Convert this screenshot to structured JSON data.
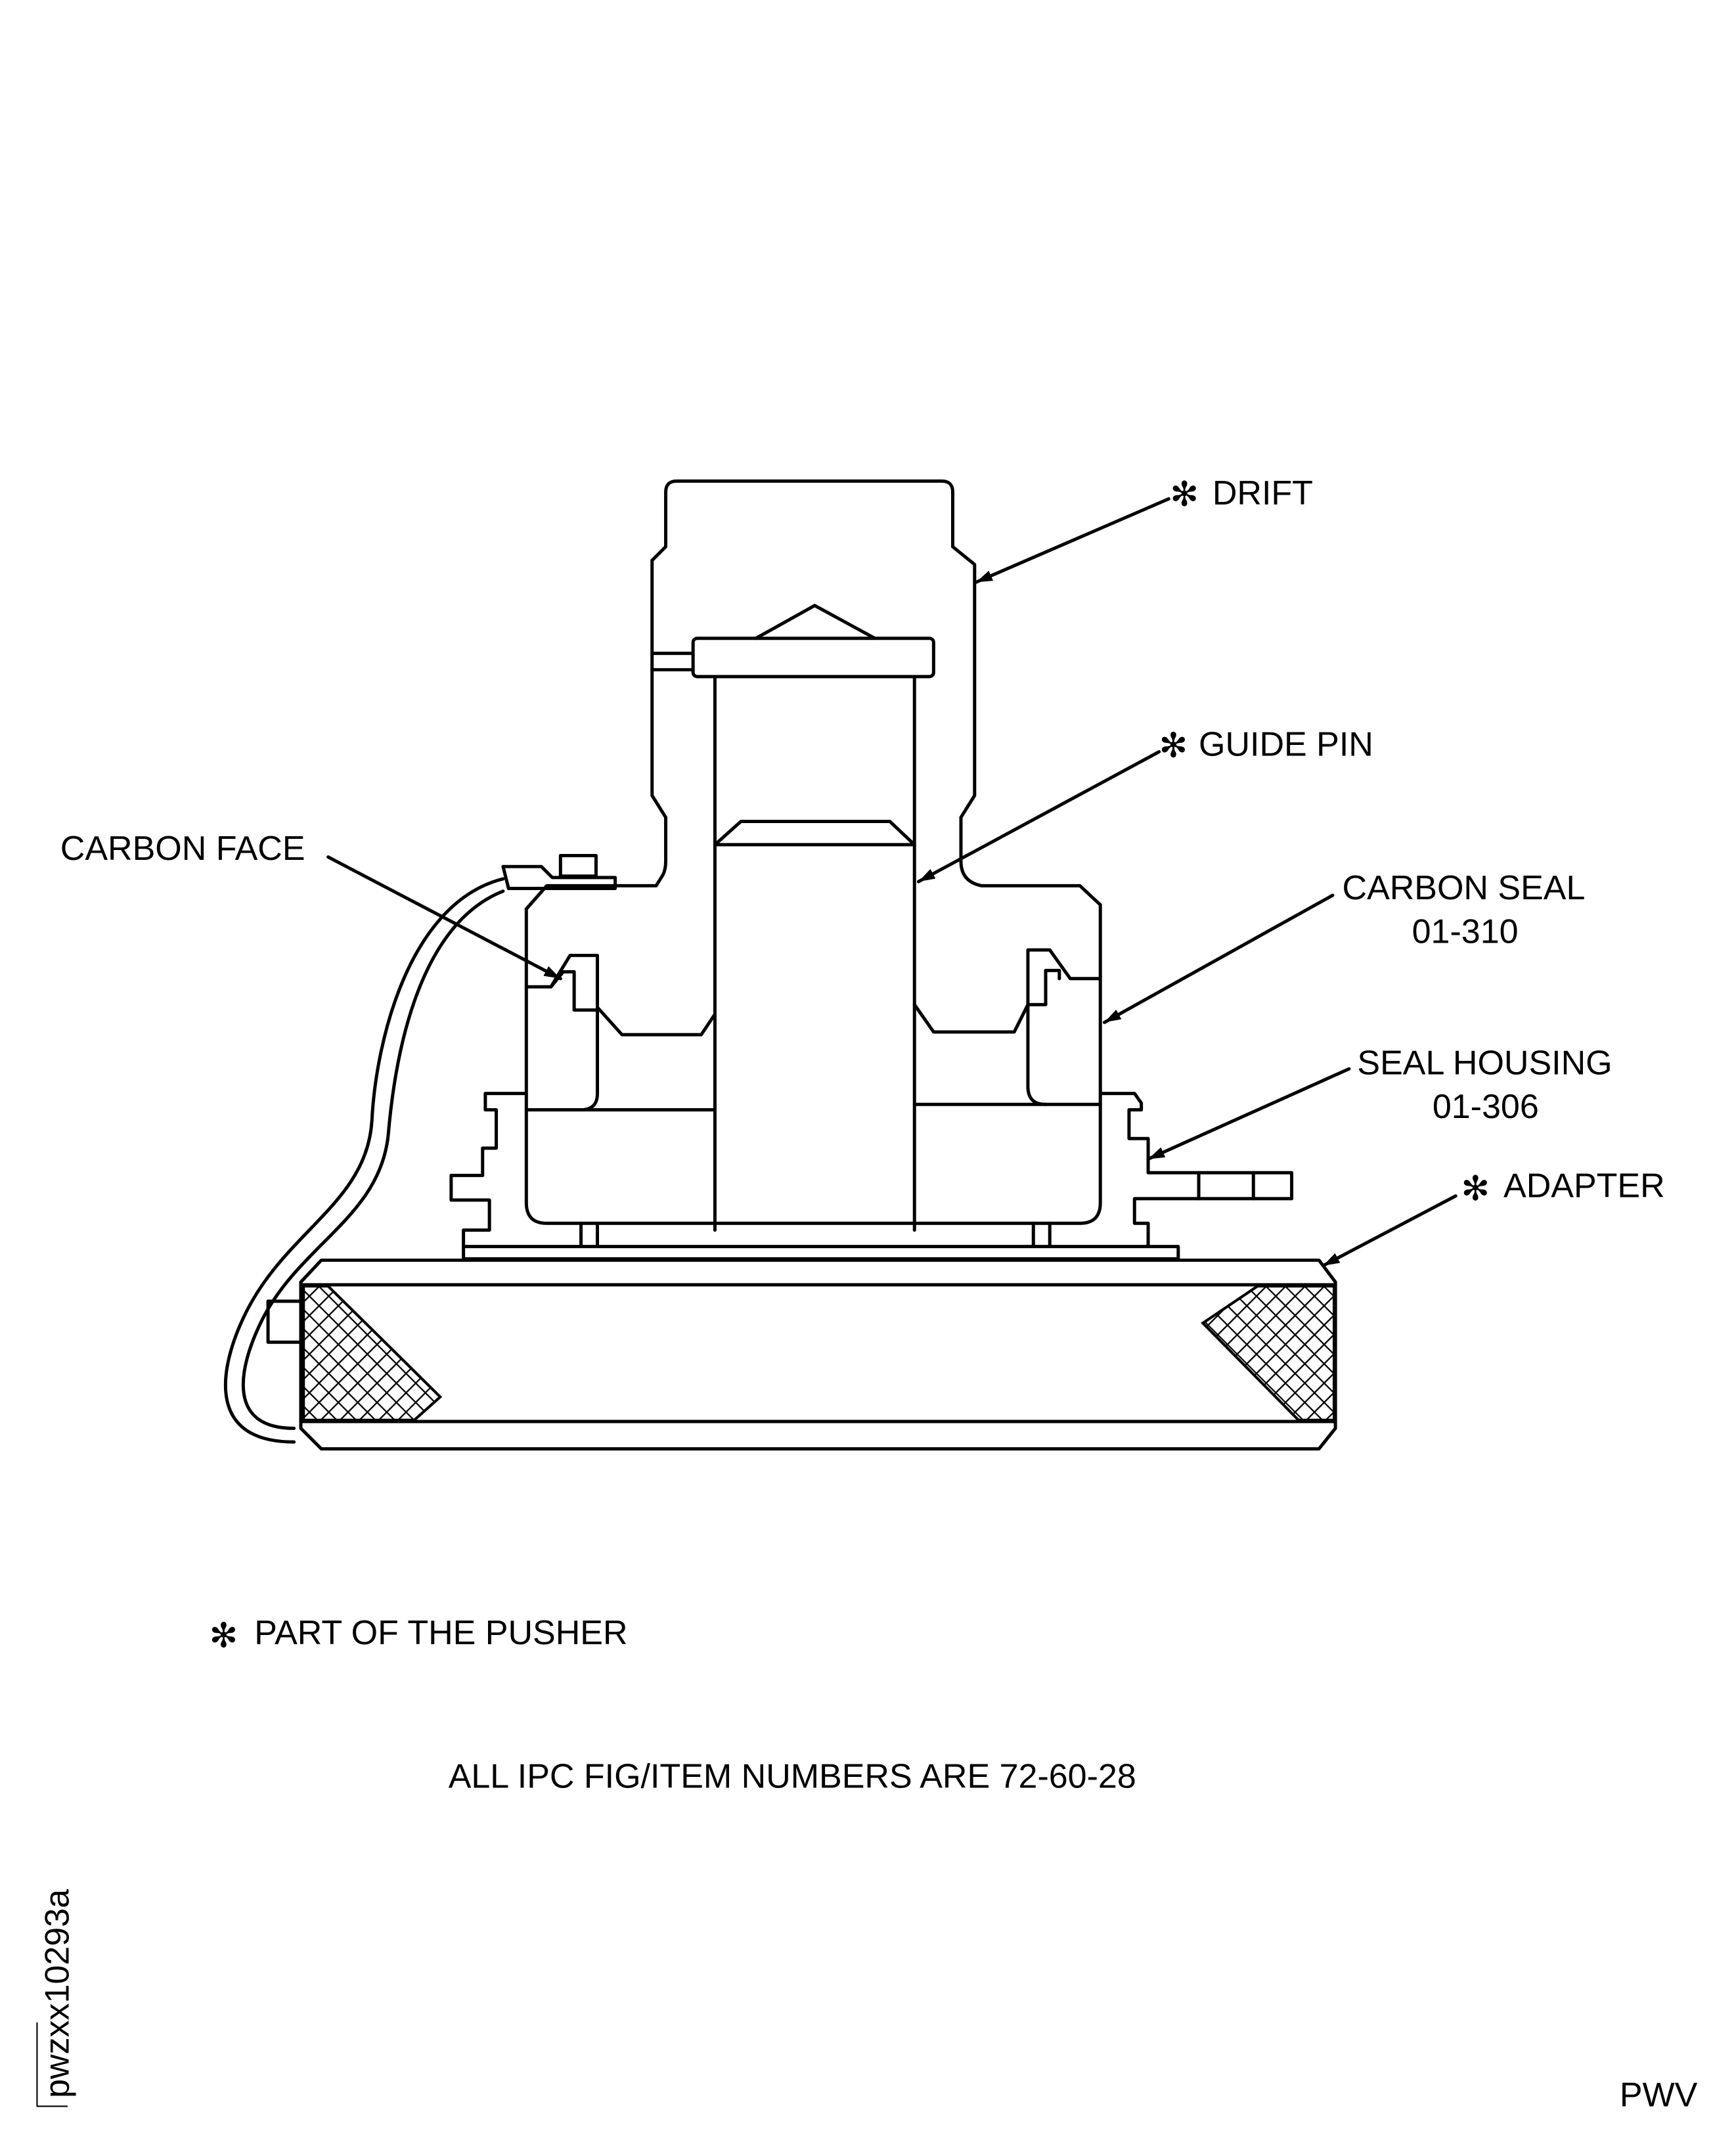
{
  "labels": {
    "drift": "DRIFT",
    "guide_pin": "GUIDE PIN",
    "carbon_face": "CARBON FACE",
    "carbon_seal": "CARBON SEAL",
    "carbon_seal_ref": "01-310",
    "seal_housing": "SEAL HOUSING",
    "seal_housing_ref": "01-306",
    "adapter": "ADAPTER"
  },
  "asterisk": "✻",
  "notes": {
    "pusher": "PART OF THE PUSHER",
    "ipc": "ALL IPC FIG/ITEM NUMBERS ARE 72-60-28"
  },
  "figure_id": "pwzxx10293a",
  "footer_code": "PWV"
}
